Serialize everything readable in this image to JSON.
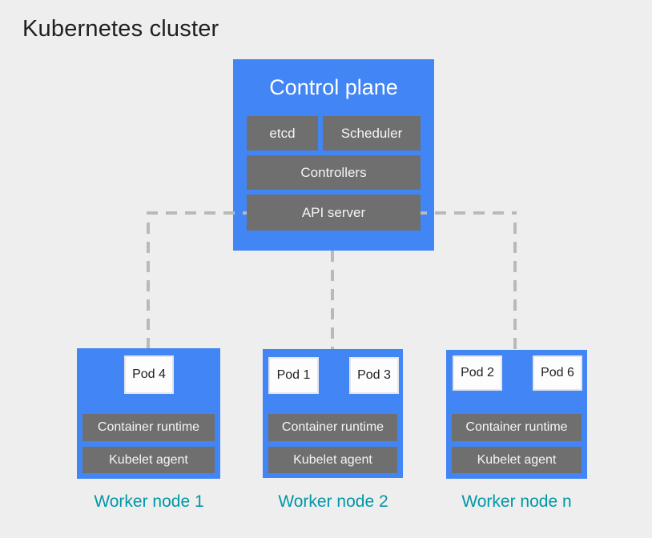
{
  "title": "Kubernetes cluster",
  "control_plane": {
    "title": "Control plane",
    "components": {
      "etcd": "etcd",
      "scheduler": "Scheduler",
      "controllers": "Controllers",
      "api_server": "API server"
    }
  },
  "worker_nodes": [
    {
      "label": "Worker node 1",
      "pods": [
        "Pod 4"
      ],
      "runtime": "Container runtime",
      "agent": "Kubelet agent"
    },
    {
      "label": "Worker node 2",
      "pods": [
        "Pod 1",
        "Pod 3"
      ],
      "runtime": "Container runtime",
      "agent": "Kubelet agent"
    },
    {
      "label": "Worker node n",
      "pods": [
        "Pod 2",
        "Pod 6"
      ],
      "runtime": "Container runtime",
      "agent": "Kubelet agent"
    }
  ],
  "colors": {
    "background": "#eeeeee",
    "node_blue": "#4285f4",
    "component_gray": "#6f6f6f",
    "pod_fill": "#fdfdfe",
    "pod_border": "#e4e6e9",
    "pod_text": "#202124",
    "component_text": "#f4f5f6",
    "label_teal": "#0097a7",
    "connector": "#b9b9b9",
    "title_text": "#1f1f1f"
  }
}
